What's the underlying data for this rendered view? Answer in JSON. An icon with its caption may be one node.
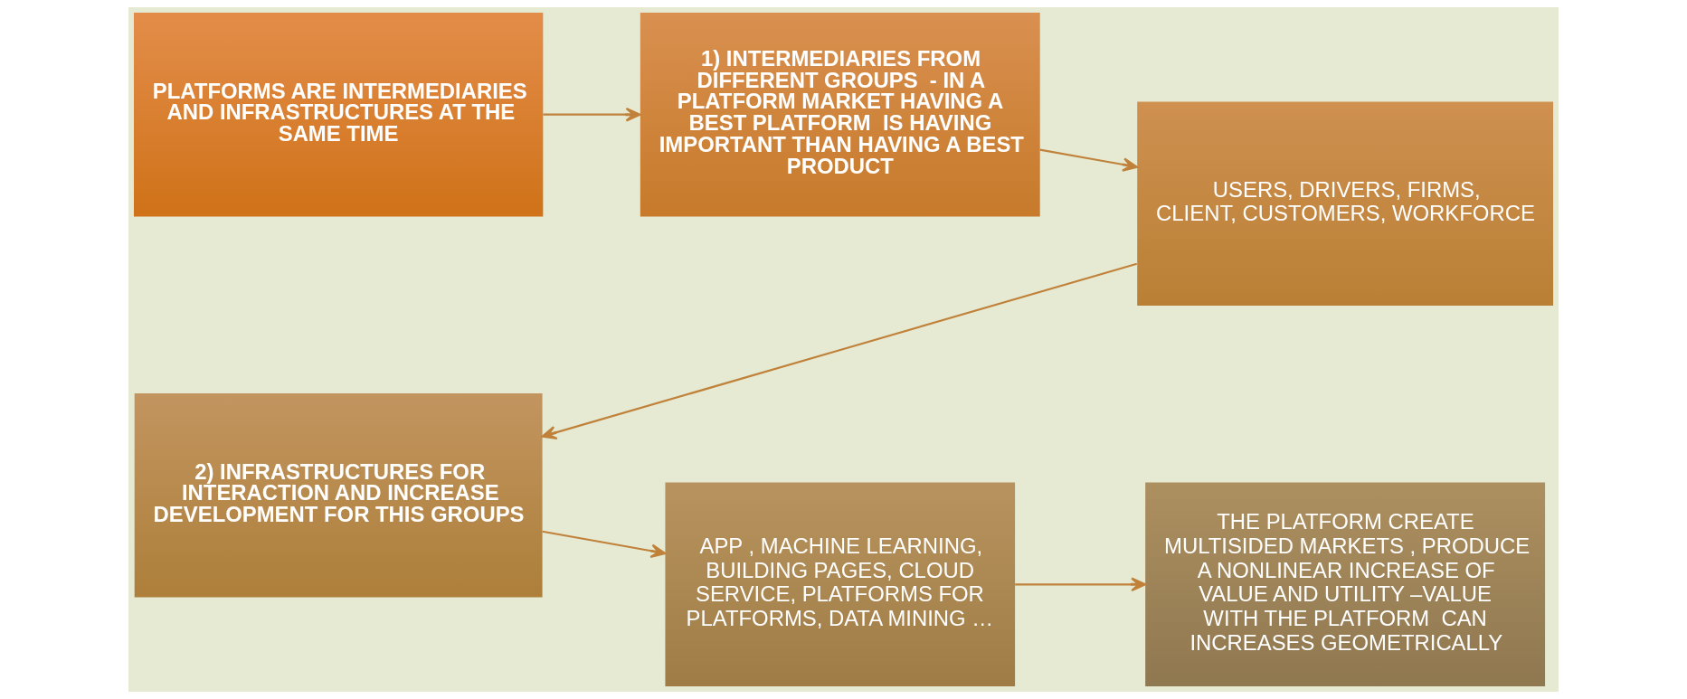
{
  "diagram": {
    "nodes": [
      {
        "text": [
          "PLATFORMS ARE INTERMEDIARIES AND INFRASTRUCTURES AT THE SAME TIME"
        ]
      },
      {
        "text": [
          "1) INTERMEDIARIES FROM DIFFERENT GROUPS  - IN A PLATFORM MARKET HAVING A BEST PLATFORM  IS HAVING IMPORTANT THAN HAVING A BEST PRODUCT"
        ]
      },
      {
        "text": [
          "USERS, DRIVERS, FIRMS, CLIENT, CUSTOMERS, WORKFORCE"
        ]
      },
      {
        "text": [
          "2) INFRASTRUCTURES FOR INTERACTION AND INCREASE DEVELOPMENT FOR THIS GROUPS"
        ]
      },
      {
        "text": [
          "APP , MACHINE LEARNING, BUILDING PAGES, CLOUD SERVICE, PLATFORMS FOR PLATFORMS, DATA MINING …"
        ]
      },
      {
        "text": [
          "THE PLATFORM CREATE MULTISIDED MARKETS , PRODUCE A NONLINEAR INCREASE OF VALUE AND UTILITY –VALUE WITH THE PLATFORM  CAN INCREASES GEOMETRICALLY"
        ]
      }
    ],
    "edges": [
      {
        "from": 0,
        "to": 1,
        "arrow": "to"
      },
      {
        "from": 1,
        "to": 2,
        "arrow": "to"
      },
      {
        "from": 2,
        "to": 3,
        "arrow": "to"
      },
      {
        "from": 3,
        "to": 4,
        "arrow": "to"
      },
      {
        "from": 4,
        "to": 5,
        "arrow": "to"
      }
    ]
  }
}
